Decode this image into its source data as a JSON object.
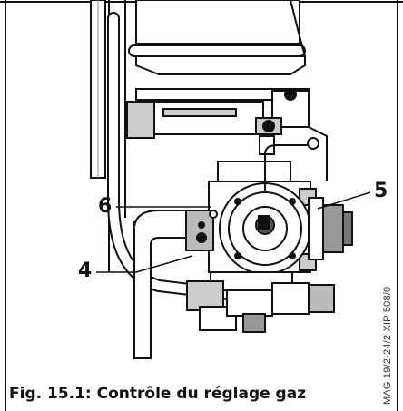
{
  "labels": {
    "l4": "4",
    "l5": "5",
    "l6": "6"
  },
  "caption": "Fig. 15.1: Contrôle du réglage gaz",
  "reference": "MAG 19/2-24/2 XIP 508/0",
  "colors": {
    "line": "#111111",
    "fill": "#ffffff",
    "shade": "#b0b0b0",
    "dark": "#1a1a1a"
  }
}
